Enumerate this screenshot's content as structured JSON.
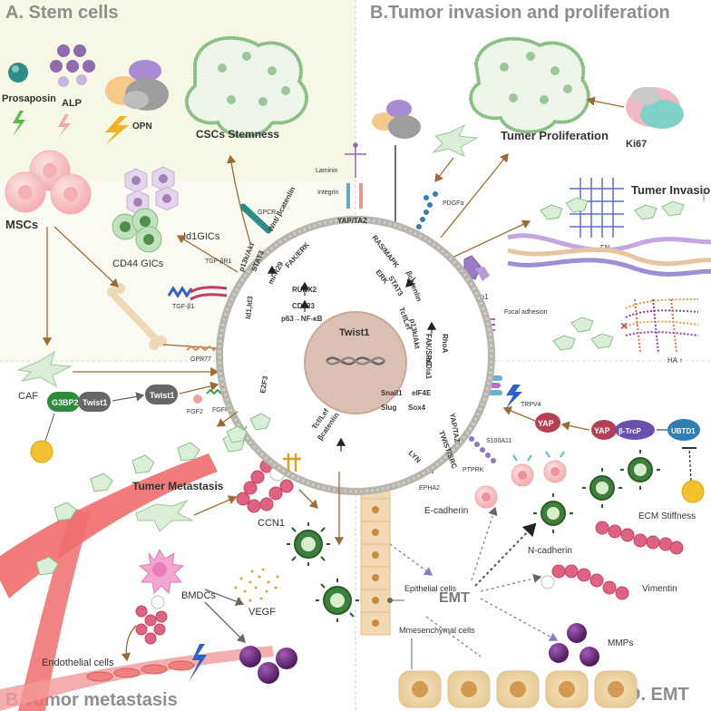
{
  "quadrants": {
    "a": "A. Stem cells",
    "b": "B.Tumor invasion and proliferation",
    "c": "B.Tumor metastasis",
    "d": "D. EMT"
  },
  "center": {
    "label": "Twist1"
  },
  "ring_labels": [
    "p13k/Akt",
    "STAT3",
    "Wnt/ βcatenlin",
    "mi-R29",
    "FAK/ERK",
    "YAP/TAZ",
    "RAS/MAPK",
    "ERK",
    "STAT3",
    "βcatenlin",
    "Tcf/Lef",
    "p13k/Akt",
    "FAK/SRC",
    "RhoA",
    "mDia1",
    "YAP/TAZ",
    "TWIST/SRC",
    "LYN",
    "Id1,Id3",
    "E2F3",
    "Tcf/Lef",
    "βcatenlin",
    "RUNX2",
    "CD133",
    "p63→NF-κB",
    "Snail1",
    "eIF4E",
    "Slug",
    "Sox4"
  ],
  "labels": {
    "prosaposin": "Prosaposin",
    "alp": "ALP",
    "opn": "OPN",
    "cscs": "CSCs Stemness",
    "mscs": "MSCs",
    "id1gics": "Id1GICs",
    "cd44gics": "CD44 GICs",
    "caf": "CAF",
    "gpcr": "GPCR",
    "laminin": "Laminin",
    "integrin": "Integrin",
    "tgfbr1": "TGF-βR1",
    "tgfb1": "TGF-β1",
    "gpr77": "GPR77",
    "fgfr1": "FGFR1",
    "fgf2": "FGF2",
    "g3bp2": "G3BP2",
    "twist1a": "Twist1",
    "twist1b": "Twist1",
    "tumer_prolif": "Tumer Proliferation",
    "ki67": "Ki67",
    "pdgfa": "PDGFα",
    "tumer_invasion": "Tumer Invasion",
    "fn": "FN",
    "piezo1": "Piezo1",
    "focal": "Focal adhesion",
    "ha": "HA ↑",
    "trpv4": "TRPV4",
    "s100a11": "S100A11",
    "yap1": "YAP",
    "yap2": "YAP",
    "btrcp": "β-TrcP",
    "ubtd1": "UBTD1",
    "ptprk": "PTPRK",
    "epha2": "EPHA2",
    "ecad": "E-cadherin",
    "ecm": "ECM Stiffness",
    "ncad": "N-cadherin",
    "vimentin": "Vimentin",
    "emt": "EMT",
    "epithelial": "Epithelial cells",
    "mmps": "MMPs",
    "mesenchymal": "Mmesenchymal cells",
    "tumer_metastasis": "Tumer Metastasis",
    "ccn1": "CCN1",
    "bmdcs": "BMDCs",
    "vegf": "VEGF",
    "endothelial": "Endothelial cells"
  },
  "colors": {
    "title": "#8e8e8e",
    "ring": "#b8b4ae",
    "nucleus": "#dcc0b3",
    "cell_green": "#8fbe8c",
    "vessel": "#f06d6d",
    "yap": "#b53f52",
    "btrcp": "#6b4fb0",
    "ubtd1": "#2f7fb5",
    "g3bp2": "#2c8c3c",
    "twist_pill": "#666666"
  }
}
